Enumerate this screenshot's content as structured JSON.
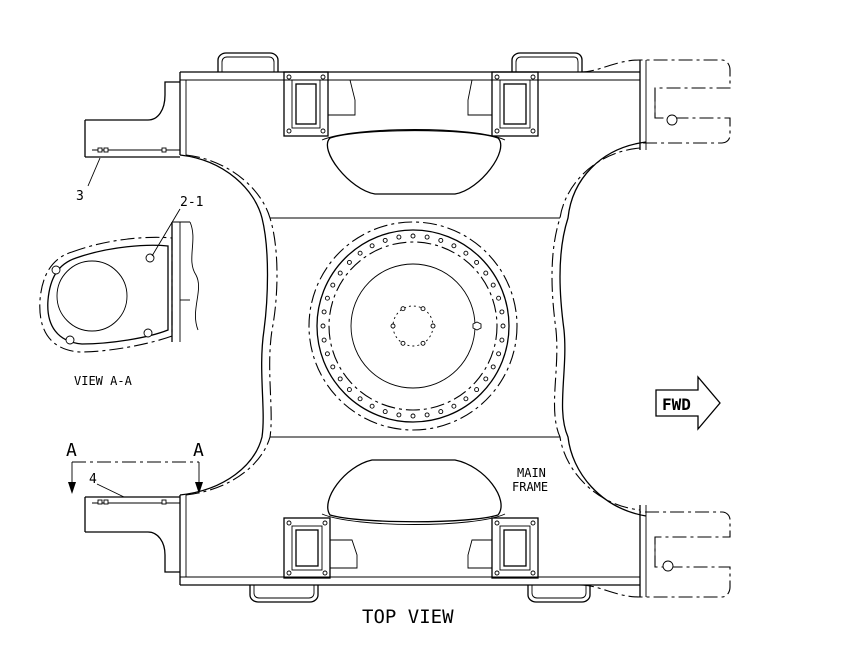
{
  "drawing": {
    "title": "TOP VIEW",
    "view_label": "VIEW A-A",
    "main_frame_label_line1": "MAIN",
    "main_frame_label_line2": "FRAME",
    "fwd_label": "FWD",
    "section_letter_left": "A",
    "section_letter_right": "A",
    "callout_3": "3",
    "callout_4": "4",
    "callout_2_1": "2-1"
  }
}
